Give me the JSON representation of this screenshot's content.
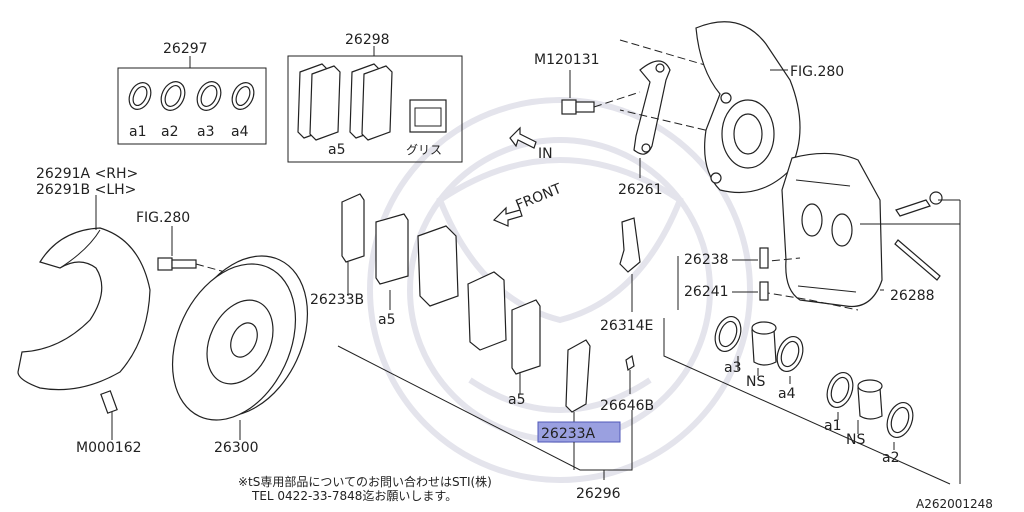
{
  "labels": {
    "p26297": "26297",
    "p26298": "26298",
    "m120131": "M120131",
    "fig280_top": "FIG.280",
    "in_arrow": "IN",
    "front_arrow": "FRONT",
    "p26261": "26261",
    "p26291a": "26291A <RH>",
    "p26291b": "26291B <LH>",
    "fig280_left": "FIG.280",
    "p26238": "26238",
    "p26241": "26241",
    "p26288": "26288",
    "p26233b": "26233B",
    "p26314e": "26314E",
    "p26646b": "26646B",
    "p26233a": "26233A",
    "m000162": "M000162",
    "p26300": "26300",
    "p26296": "26296",
    "grease": "グリス",
    "a1": "a1",
    "a2": "a2",
    "a3": "a3",
    "a4": "a4",
    "a5": "a5",
    "ns": "NS",
    "note_line1": "※tS専用部品についてのお問い合わせはSTI(株)",
    "note_line2": "TEL 0422-33-7848迄お願いします。",
    "ref_code": "A262001248"
  },
  "highlight": {
    "part": "26233A",
    "color": "#9aa0e0"
  }
}
